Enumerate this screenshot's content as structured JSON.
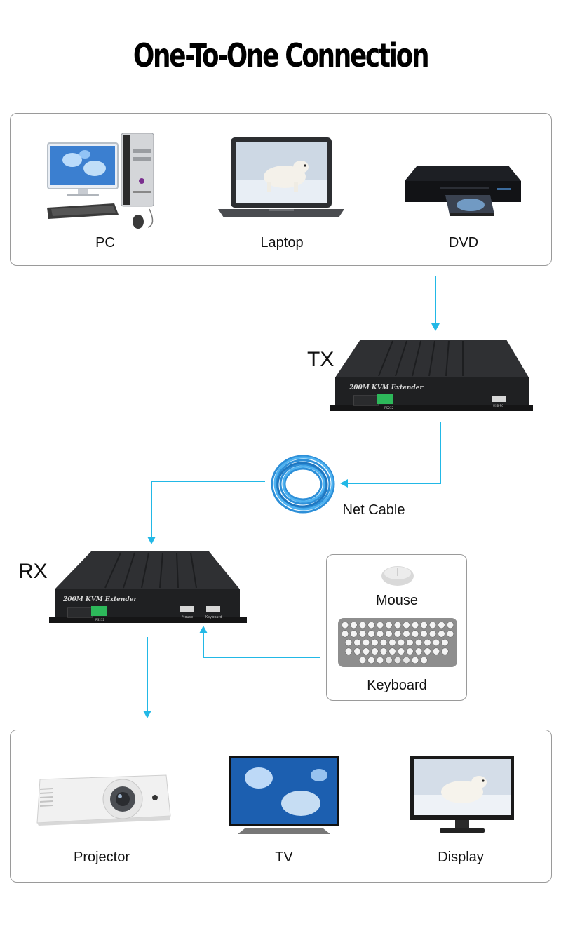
{
  "title": "One-To-One Connection",
  "sources": [
    {
      "label": "PC",
      "icon": "pc-icon"
    },
    {
      "label": "Laptop",
      "icon": "laptop-icon"
    },
    {
      "label": "DVD",
      "icon": "dvd-player-icon"
    }
  ],
  "tx": {
    "label": "TX",
    "device_text": "200M KVM Extender",
    "ports": [
      "RS232",
      "USB-PC"
    ]
  },
  "cable": {
    "label": "Net Cable",
    "icon": "network-cable-icon"
  },
  "rx": {
    "label": "RX",
    "device_text": "200M KVM Extender",
    "ports": [
      "RS232",
      "Mouse",
      "Keyboard"
    ]
  },
  "inputs": [
    {
      "label": "Mouse",
      "icon": "mouse-icon"
    },
    {
      "label": "Keyboard",
      "icon": "keyboard-icon"
    }
  ],
  "displays": [
    {
      "label": "Projector",
      "icon": "projector-icon"
    },
    {
      "label": "TV",
      "icon": "tv-icon"
    },
    {
      "label": "Display",
      "icon": "monitor-icon"
    }
  ],
  "colors": {
    "arrow": "#22b8e6",
    "device_body": "#2a2a2a",
    "panel_border": "#9a9a9a"
  }
}
